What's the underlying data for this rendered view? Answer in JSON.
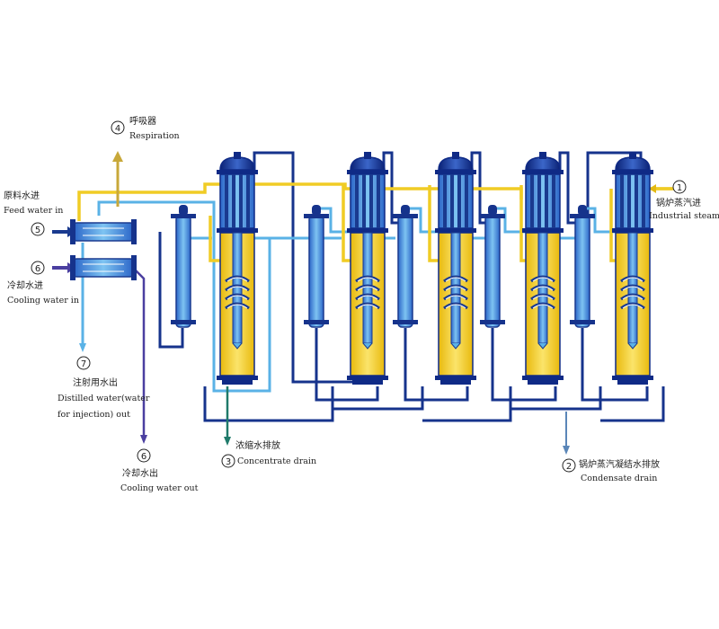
{
  "labels": {
    "respiration": {
      "num": "4",
      "cn": "呼吸器",
      "en": "Respiration"
    },
    "feed_water": {
      "num": "5",
      "cn": "原料水进",
      "en": "Feed water in"
    },
    "cooling_in": {
      "num": "6",
      "cn": "冷却水进",
      "en": "Cooling water  in"
    },
    "distilled": {
      "num": "7",
      "cn": "注射用水出",
      "en1": "Distilled water(water",
      "en2": "for injection) out"
    },
    "cooling_out": {
      "num": "6",
      "cn": "冷却水出",
      "en": "Cooling water out"
    },
    "concentrate": {
      "num": "3",
      "cn": "浓缩水排放",
      "en": "Concentrate drain"
    },
    "industrial_steam": {
      "num": "1",
      "cn": "锅炉蒸汽进",
      "en": "Industrial steam in"
    },
    "condensate": {
      "num": "2",
      "cn": "锅炉蒸汽凝结水排放",
      "en": "Condensate drain"
    }
  },
  "colors": {
    "dark_blue": "#1a3a8f",
    "light_blue": "#5ab2e6",
    "yellow": "#f2cf2a",
    "navy": "#0f2a86",
    "teal": "#1f7a6a",
    "purple": "#4b3fa0",
    "grey": "#8a8a8a"
  }
}
